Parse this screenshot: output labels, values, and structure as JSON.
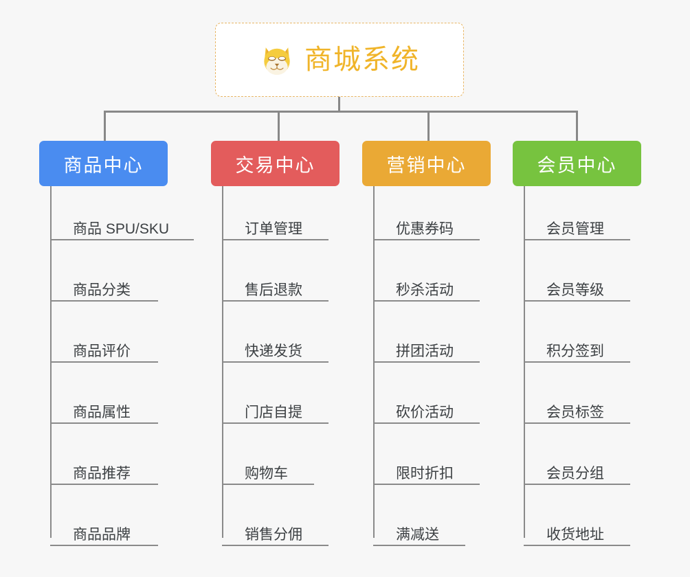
{
  "background_color": "#f7f7f7",
  "root": {
    "title": "商城系统",
    "icon": "shiba-dog-face-icon",
    "text_color": "#f0b429",
    "border_color": "#e8b563",
    "background_color": "#ffffff"
  },
  "connector_color": "#888888",
  "columns": [
    {
      "id": "product-center",
      "label": "商品中心",
      "color": "#4a8cf0",
      "items": [
        "商品 SPU/SKU",
        "商品分类",
        "商品评价",
        "商品属性",
        "商品推荐",
        "商品品牌"
      ]
    },
    {
      "id": "trade-center",
      "label": "交易中心",
      "color": "#e35c5c",
      "items": [
        "订单管理",
        "售后退款",
        "快递发货",
        "门店自提",
        "购物车",
        "销售分佣"
      ]
    },
    {
      "id": "marketing-center",
      "label": "营销中心",
      "color": "#eaa935",
      "items": [
        "优惠券码",
        "秒杀活动",
        "拼团活动",
        "砍价活动",
        "限时折扣",
        "满减送"
      ]
    },
    {
      "id": "member-center",
      "label": "会员中心",
      "color": "#77c33f",
      "items": [
        "会员管理",
        "会员等级",
        "积分签到",
        "会员标签",
        "会员分组",
        "收货地址"
      ]
    }
  ]
}
